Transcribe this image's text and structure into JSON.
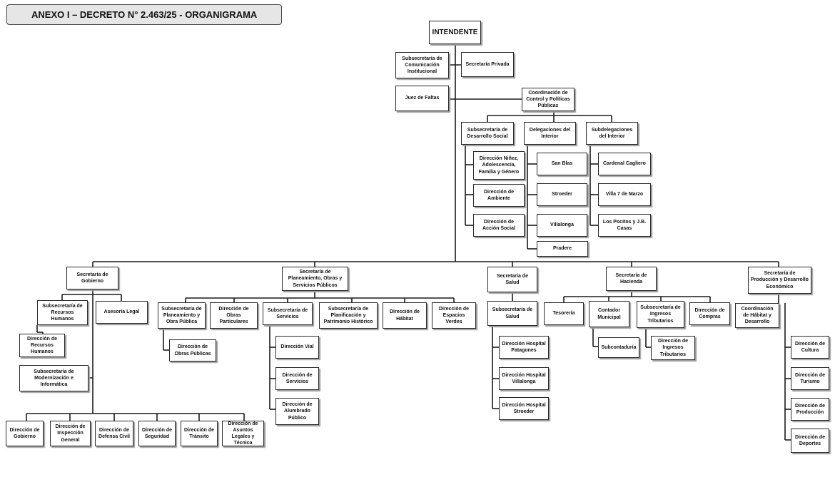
{
  "title": "ANEXO I – DECRETO N° 2.463/25 - ORGANIGRAMA",
  "units": {
    "intendente": "INTENDENTE",
    "sub_comunicacion": "Subsecretaría de Comunicación Institucional",
    "sec_privada": "Secretaría Privada",
    "juez_faltas": "Juez de Faltas",
    "coord_control": "Coordinación de Control y Políticas Públicas",
    "sub_desarrollo_social": "Subsecretaría de Desarrollo Social",
    "deleg_interior": "Delegaciones del Interior",
    "subdeleg_interior": "Subdelegaciones del Interior",
    "dir_ninez": "Dirección Niñez, Adolescencia, Familia y Género",
    "dir_ambiente": "Dirección de Ambiente",
    "dir_accion_social": "Dirección de Acción Social",
    "san_blas": "San Blas",
    "stroeder": "Stroeder",
    "villalonga": "Villalonga",
    "pradere": "Pradere",
    "cardenal_cagliero": "Cardenal Cagliero",
    "villa_7_marzo": "Villa 7 de Marzo",
    "los_pocitos": "Los Pocitos y J.B. Casas",
    "sec_gobierno": "Secretaría de Gobierno",
    "sec_planeamiento": "Secretaría de Planeamiento, Obras y Servicios Públicos",
    "sec_salud": "Secretaría de Salud",
    "sec_hacienda": "Secretaría de Hacienda",
    "sec_produccion": "Secretaría de Producción y Desarrollo Económico",
    "sub_rrhh": "Subsecretaría de Recursos Humanos",
    "asesoria_legal": "Asesoría Legal",
    "dir_rrhh": "Dirección de Recursos Humanos",
    "sub_modernizacion": "Subsecretaría de Modernización e Informática",
    "dir_gobierno": "Dirección de Gobierno",
    "dir_inspeccion": "Dirección de Inspección General",
    "dir_defensa_civil": "Dirección de Defensa Civil",
    "dir_seguridad": "Dirección de Seguridad",
    "dir_transito": "Dirección de Tránsito",
    "dir_asuntos_legales": "Dirección de Asuntos Legales y Técnica",
    "sub_planeamiento_obra": "Subsecretaría de Planeamiento y Obra Pública",
    "dir_obras_particulares": "Dirección de Obras Particulares",
    "sub_servicios": "Subsecretaría de Servicios",
    "sub_planificacion": "Subsecretaría de Planificación y Patrimonio Histórico",
    "dir_habitat": "Dirección de Hábitat",
    "dir_espacios_verdes": "Dirección de Espacios Verdes",
    "dir_obras_publicas": "Dirección de Obras Públicas",
    "dir_vial": "Dirección Vial",
    "dir_servicios": "Dirección de Servicios",
    "dir_alumbrado": "Dirección de Alumbrado Público",
    "sub_salud": "Subsecretaría de Salud",
    "hosp_patagones": "Dirección Hospital Patagones",
    "hosp_villalonga": "Dirección Hospital Villalonga",
    "hosp_stroeder": "Dirección Hospital Stroeder",
    "tesoreria": "Tesorería",
    "contador": "Contador Municipal",
    "sub_ingresos": "Subsecretaría de Ingresos Tributarios",
    "dir_compras": "Dirección de Compras",
    "subcontaduria": "Subcontaduría",
    "dir_ingresos": "Dirección de Ingresos Tributarios",
    "coord_habitat": "Coordinación de Hábitat y Desarrollo",
    "dir_cultura": "Dirección de Cultura",
    "dir_turismo": "Dirección de Turismo",
    "dir_produccion": "Dirección de Producción",
    "dir_deportes": "Dirección de Deportes"
  }
}
